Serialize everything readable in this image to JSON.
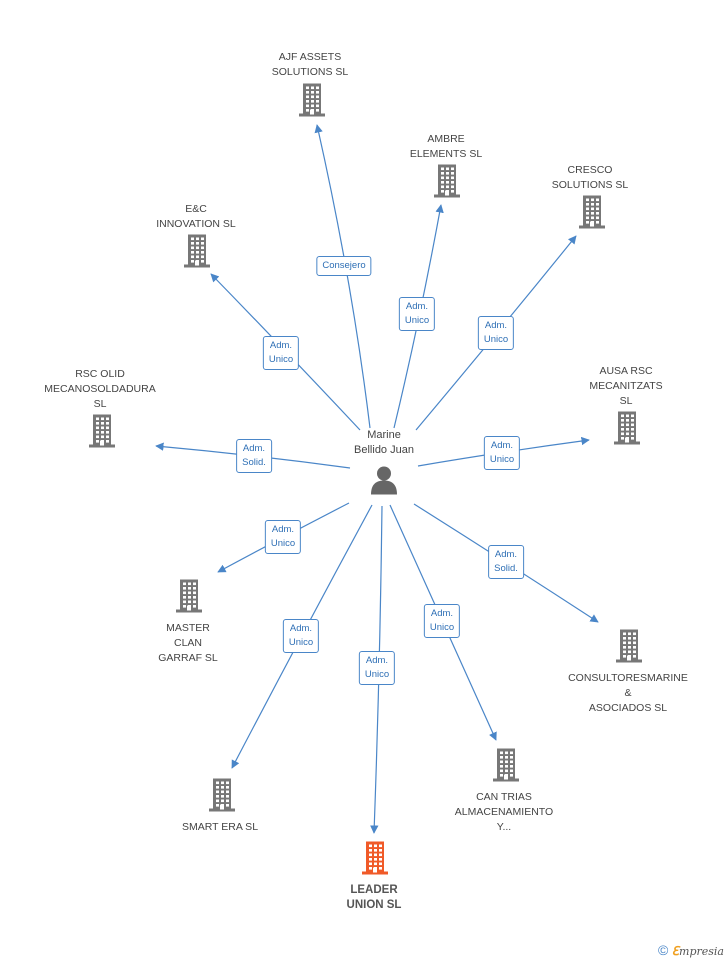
{
  "colors": {
    "edge": "#4a86c8",
    "building": "#777777",
    "highlight": "#f05a28",
    "person": "#666666"
  },
  "person": {
    "name": "Marine\nBellido Juan"
  },
  "companies": [
    {
      "id": "ajf",
      "name": "AJF ASSETS\nSOLUTIONS SL",
      "role": "Consejero"
    },
    {
      "id": "ambre",
      "name": "AMBRE\nELEMENTS SL",
      "role": "Adm.\nUnico"
    },
    {
      "id": "cresco",
      "name": "CRESCO\nSOLUTIONS SL",
      "role": "Adm.\nUnico"
    },
    {
      "id": "enc",
      "name": "E&C\nINNOVATION SL",
      "role": "Adm.\nUnico"
    },
    {
      "id": "rsc",
      "name": "RSC OLID\nMECANOSOLDADURA\nSL",
      "role": "Adm.\nSolid."
    },
    {
      "id": "ausa",
      "name": "AUSA RSC\nMECANITZATS\nSL",
      "role": "Adm.\nUnico"
    },
    {
      "id": "master",
      "name": "MASTER\nCLAN\nGARRAF SL",
      "role": "Adm.\nUnico"
    },
    {
      "id": "consult",
      "name": "CONSULTORESMARINE\n&\nASOCIADOS SL",
      "role": "Adm.\nSolid."
    },
    {
      "id": "smart",
      "name": "SMART ERA SL",
      "role": "Adm.\nUnico"
    },
    {
      "id": "leader",
      "name": "LEADER\nUNION SL",
      "role": "Adm.\nUnico",
      "highlight": true
    },
    {
      "id": "cantrias",
      "name": "CAN TRIAS\nALMACENAMIENTO\nY...",
      "role": "Adm.\nUnico"
    }
  ],
  "footer": {
    "copyright": "©",
    "brand_e": "ℇ",
    "brand_rest": "mpresia"
  }
}
